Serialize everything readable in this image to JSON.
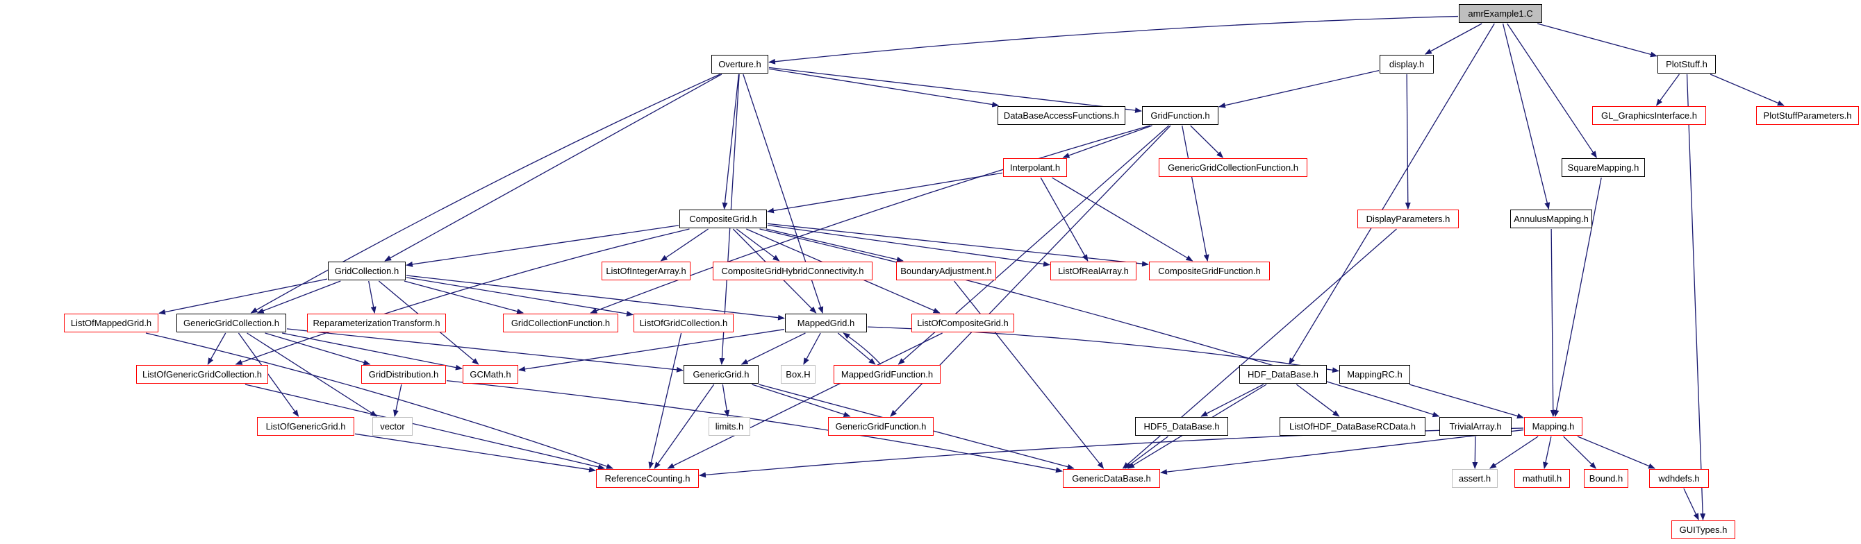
{
  "colors": {
    "edge": "#191970",
    "documented_border": "#000000",
    "undocumented_border": "#ff0000",
    "external_border": "#bfbfbf",
    "root_fill": "#bfbfbf"
  },
  "nodes": [
    {
      "id": "root",
      "label": "amrExample1.C",
      "kind": "root"
    },
    {
      "id": "overture",
      "label": "Overture.h",
      "kind": "doc"
    },
    {
      "id": "display",
      "label": "display.h",
      "kind": "doc"
    },
    {
      "id": "plotstuff",
      "label": "PlotStuff.h",
      "kind": "doc"
    },
    {
      "id": "dbaccess",
      "label": "DataBaseAccessFunctions.h",
      "kind": "doc"
    },
    {
      "id": "gridfunction",
      "label": "GridFunction.h",
      "kind": "doc"
    },
    {
      "id": "glgi",
      "label": "GL_GraphicsInterface.h",
      "kind": "undoc"
    },
    {
      "id": "plotparams",
      "label": "PlotStuffParameters.h",
      "kind": "undoc"
    },
    {
      "id": "interpolant",
      "label": "Interpolant.h",
      "kind": "undoc"
    },
    {
      "id": "ggcollfunc",
      "label": "GenericGridCollectionFunction.h",
      "kind": "undoc"
    },
    {
      "id": "squaremapping",
      "label": "SquareMapping.h",
      "kind": "doc"
    },
    {
      "id": "compositegrid",
      "label": "CompositeGrid.h",
      "kind": "doc"
    },
    {
      "id": "displayparams",
      "label": "DisplayParameters.h",
      "kind": "undoc"
    },
    {
      "id": "annulus",
      "label": "AnnulusMapping.h",
      "kind": "doc"
    },
    {
      "id": "gridcollection",
      "label": "GridCollection.h",
      "kind": "doc"
    },
    {
      "id": "loia",
      "label": "ListOfIntegerArray.h",
      "kind": "undoc"
    },
    {
      "id": "cghc",
      "label": "CompositeGridHybridConnectivity.h",
      "kind": "undoc"
    },
    {
      "id": "boundaryadj",
      "label": "BoundaryAdjustment.h",
      "kind": "undoc"
    },
    {
      "id": "lora",
      "label": "ListOfRealArray.h",
      "kind": "undoc"
    },
    {
      "id": "cgfunc",
      "label": "CompositeGridFunction.h",
      "kind": "undoc"
    },
    {
      "id": "lomg",
      "label": "ListOfMappedGrid.h",
      "kind": "undoc"
    },
    {
      "id": "ggc",
      "label": "GenericGridCollection.h",
      "kind": "doc"
    },
    {
      "id": "reparam",
      "label": "ReparameterizationTransform.h",
      "kind": "undoc"
    },
    {
      "id": "gcfunc",
      "label": "GridCollectionFunction.h",
      "kind": "undoc"
    },
    {
      "id": "logc",
      "label": "ListOfGridCollection.h",
      "kind": "undoc"
    },
    {
      "id": "mappedgrid",
      "label": "MappedGrid.h",
      "kind": "doc"
    },
    {
      "id": "locg",
      "label": "ListOfCompositeGrid.h",
      "kind": "undoc"
    },
    {
      "id": "loggc",
      "label": "ListOfGenericGridCollection.h",
      "kind": "undoc"
    },
    {
      "id": "griddist",
      "label": "GridDistribution.h",
      "kind": "undoc"
    },
    {
      "id": "gcmath",
      "label": "GCMath.h",
      "kind": "undoc"
    },
    {
      "id": "genericgrid",
      "label": "GenericGrid.h",
      "kind": "doc"
    },
    {
      "id": "boxh",
      "label": "Box.H",
      "kind": "ext"
    },
    {
      "id": "mgfunc",
      "label": "MappedGridFunction.h",
      "kind": "undoc"
    },
    {
      "id": "hdfdb",
      "label": "HDF_DataBase.h",
      "kind": "doc"
    },
    {
      "id": "mappingrc",
      "label": "MappingRC.h",
      "kind": "doc"
    },
    {
      "id": "vector",
      "label": "vector",
      "kind": "ext"
    },
    {
      "id": "limits",
      "label": "limits.h",
      "kind": "ext"
    },
    {
      "id": "logg",
      "label": "ListOfGenericGrid.h",
      "kind": "undoc"
    },
    {
      "id": "ggfunc",
      "label": "GenericGridFunction.h",
      "kind": "undoc"
    },
    {
      "id": "hdf5db",
      "label": "HDF5_DataBase.h",
      "kind": "doc"
    },
    {
      "id": "lohdf",
      "label": "ListOfHDF_DataBaseRCData.h",
      "kind": "doc"
    },
    {
      "id": "trivialarray",
      "label": "TrivialArray.h",
      "kind": "doc"
    },
    {
      "id": "mapping",
      "label": "Mapping.h",
      "kind": "undoc"
    },
    {
      "id": "refcount",
      "label": "ReferenceCounting.h",
      "kind": "undoc"
    },
    {
      "id": "gdb",
      "label": "GenericDataBase.h",
      "kind": "undoc"
    },
    {
      "id": "assert",
      "label": "assert.h",
      "kind": "ext"
    },
    {
      "id": "mathutil",
      "label": "mathutil.h",
      "kind": "undoc"
    },
    {
      "id": "bound",
      "label": "Bound.h",
      "kind": "undoc"
    },
    {
      "id": "wdhdefs",
      "label": "wdhdefs.h",
      "kind": "undoc"
    },
    {
      "id": "guitypes",
      "label": "GUITypes.h",
      "kind": "undoc"
    }
  ],
  "edges": [
    [
      "root",
      "overture"
    ],
    [
      "root",
      "display"
    ],
    [
      "root",
      "plotstuff"
    ],
    [
      "root",
      "squaremapping"
    ],
    [
      "root",
      "annulus"
    ],
    [
      "root",
      "hdfdb"
    ],
    [
      "overture",
      "dbaccess"
    ],
    [
      "overture",
      "gridfunction"
    ],
    [
      "overture",
      "compositegrid"
    ],
    [
      "overture",
      "gridcollection"
    ],
    [
      "overture",
      "ggc"
    ],
    [
      "overture",
      "mappedgrid"
    ],
    [
      "overture",
      "genericgrid"
    ],
    [
      "display",
      "gridfunction"
    ],
    [
      "display",
      "displayparams"
    ],
    [
      "plotstuff",
      "glgi"
    ],
    [
      "plotstuff",
      "plotparams"
    ],
    [
      "plotstuff",
      "guitypes"
    ],
    [
      "gridfunction",
      "interpolant"
    ],
    [
      "gridfunction",
      "ggcollfunc"
    ],
    [
      "gridfunction",
      "cgfunc"
    ],
    [
      "gridfunction",
      "gcfunc"
    ],
    [
      "gridfunction",
      "mgfunc"
    ],
    [
      "gridfunction",
      "ggfunc"
    ],
    [
      "interpolant",
      "compositegrid"
    ],
    [
      "interpolant",
      "lora"
    ],
    [
      "interpolant",
      "cgfunc"
    ],
    [
      "squaremapping",
      "mapping"
    ],
    [
      "annulus",
      "mapping"
    ],
    [
      "displayparams",
      "gdb"
    ],
    [
      "compositegrid",
      "gridcollection"
    ],
    [
      "compositegrid",
      "loia"
    ],
    [
      "compositegrid",
      "cghc"
    ],
    [
      "compositegrid",
      "boundaryadj"
    ],
    [
      "compositegrid",
      "lora"
    ],
    [
      "compositegrid",
      "cgfunc"
    ],
    [
      "compositegrid",
      "locg"
    ],
    [
      "compositegrid",
      "mappedgrid"
    ],
    [
      "compositegrid",
      "loggc"
    ],
    [
      "compositegrid",
      "trivialarray"
    ],
    [
      "boundaryadj",
      "gdb"
    ],
    [
      "gridcollection",
      "lomg"
    ],
    [
      "gridcollection",
      "ggc"
    ],
    [
      "gridcollection",
      "reparam"
    ],
    [
      "gridcollection",
      "gcfunc"
    ],
    [
      "gridcollection",
      "logc"
    ],
    [
      "gridcollection",
      "mappedgrid"
    ],
    [
      "gridcollection",
      "gcmath"
    ],
    [
      "lomg",
      "refcount"
    ],
    [
      "ggc",
      "loggc"
    ],
    [
      "ggc",
      "griddist"
    ],
    [
      "ggc",
      "gcmath"
    ],
    [
      "ggc",
      "vector"
    ],
    [
      "ggc",
      "logg"
    ],
    [
      "ggc",
      "genericgrid"
    ],
    [
      "logc",
      "refcount"
    ],
    [
      "locg",
      "refcount"
    ],
    [
      "mappedgrid",
      "genericgrid"
    ],
    [
      "mappedgrid",
      "boxh"
    ],
    [
      "mappedgrid",
      "mgfunc"
    ],
    [
      "mappedgrid",
      "gcmath"
    ],
    [
      "mappedgrid",
      "mappingrc"
    ],
    [
      "mgfunc",
      "mappedgrid"
    ],
    [
      "loggc",
      "refcount"
    ],
    [
      "griddist",
      "vector"
    ],
    [
      "griddist",
      "gdb"
    ],
    [
      "genericgrid",
      "limits"
    ],
    [
      "genericgrid",
      "ggfunc"
    ],
    [
      "genericgrid",
      "refcount"
    ],
    [
      "genericgrid",
      "gdb"
    ],
    [
      "hdfdb",
      "hdf5db"
    ],
    [
      "hdfdb",
      "lohdf"
    ],
    [
      "hdfdb",
      "gdb"
    ],
    [
      "hdf5db",
      "gdb"
    ],
    [
      "mappingrc",
      "mapping"
    ],
    [
      "logg",
      "refcount"
    ],
    [
      "trivialarray",
      "assert"
    ],
    [
      "mapping",
      "refcount"
    ],
    [
      "mapping",
      "gdb"
    ],
    [
      "mapping",
      "assert"
    ],
    [
      "mapping",
      "mathutil"
    ],
    [
      "mapping",
      "bound"
    ],
    [
      "mapping",
      "wdhdefs"
    ],
    [
      "wdhdefs",
      "guitypes"
    ]
  ]
}
